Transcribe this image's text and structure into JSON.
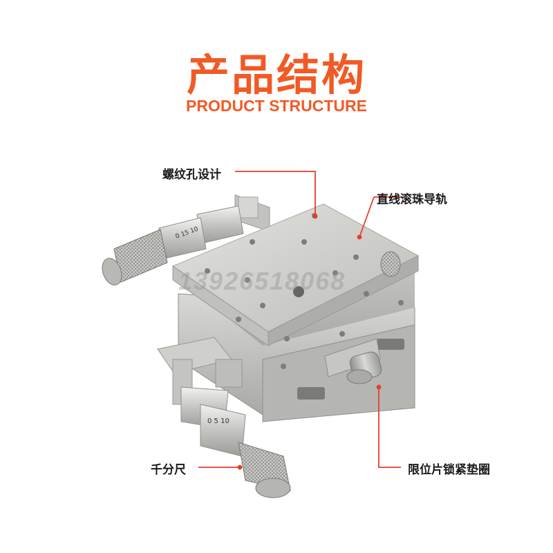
{
  "header": {
    "title_cn": "产品结构",
    "title_en": "PRODUCT STRUCTURE"
  },
  "callouts": {
    "thread_holes": "螺纹孔设计",
    "linear_bearing_rail": "直线滚珠导轨",
    "micrometer": "千分尺",
    "lock_washer": "限位片锁紧垫圈"
  },
  "watermark": "13926518068",
  "colors": {
    "accent": "#f25a25",
    "leader_line": "#e53e2a",
    "steel": "#c9c9c6"
  }
}
